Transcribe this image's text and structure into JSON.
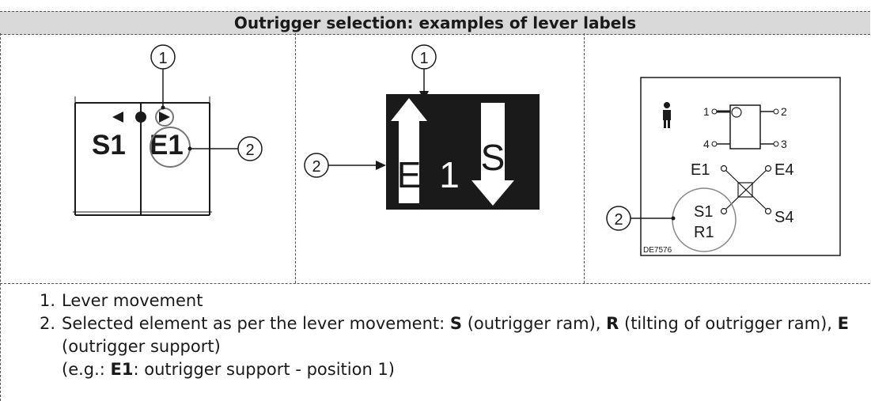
{
  "title": "Outrigger selection: examples of lever labels",
  "panel1": {
    "callout1": "1",
    "callout2": "2",
    "label_s1": "S1",
    "label_e1": "E1"
  },
  "panel2": {
    "callout1": "1",
    "callout2": "2",
    "label_e": "E",
    "label_1": "1",
    "label_s": "S"
  },
  "panel3": {
    "callout2": "2",
    "pos1": "1",
    "pos2": "2",
    "pos3": "3",
    "pos4": "4",
    "label_e1": "E1",
    "label_e4": "E4",
    "label_s1": "S1",
    "label_s4": "S4",
    "label_r1": "R1",
    "code": "DE7576"
  },
  "notes": {
    "n1_num": "1.",
    "n1_text": "Lever movement",
    "n2_num": "2.",
    "n2_a": "Selected element as per the lever movement: ",
    "n2_s": "S",
    "n2_b": " (outrigger ram), ",
    "n2_r": "R",
    "n2_c": " (tilting of outrigger ram), ",
    "n2_e": "E",
    "n2_d": " (outrigger support)",
    "n2_ex_a": "(e.g.: ",
    "n2_ex_b": "E1",
    "n2_ex_c": ": outrigger support - position 1)"
  }
}
